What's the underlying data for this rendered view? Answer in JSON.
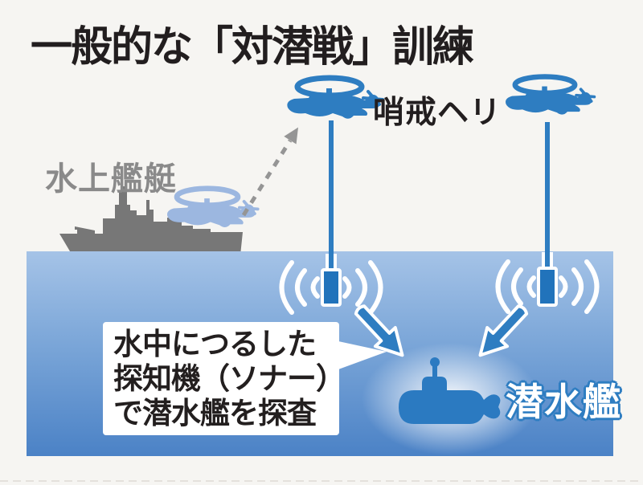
{
  "title": "一般的な「対潜戦」訓練",
  "labels": {
    "surface_vessel": "水上艦艇",
    "patrol_helicopter": "哨戒ヘリ",
    "submarine": "潜水艦"
  },
  "callout": {
    "lines": [
      "水中につるした",
      "探知機（ソナー）",
      "で潜水艦を探査"
    ]
  },
  "icons": {
    "surface_ship": "ship-icon",
    "shipboard_helicopter": "helicopter-icon",
    "patrol_helicopter_left": "helicopter-icon",
    "patrol_helicopter_right": "helicopter-icon",
    "sonar_left": "sonar-icon",
    "sonar_right": "sonar-icon",
    "sound_waves": "sound-waves-icon",
    "submarine": "submarine-icon",
    "takeoff_path": "dashed-arrow-icon",
    "detection_arrows": "arrow-icon"
  },
  "colors": {
    "accent_blue": "#2e7dc1",
    "sonar_blue": "#2173bb",
    "light_helicopter_blue": "#9cb7e0",
    "ship_gray": "#777777",
    "label_gray": "#8a8a8a",
    "text_black": "#221e1f",
    "water_top": "#a5c3e7",
    "water_bottom": "#4b82c6",
    "background": "#f6f5f2",
    "white": "#ffffff"
  }
}
